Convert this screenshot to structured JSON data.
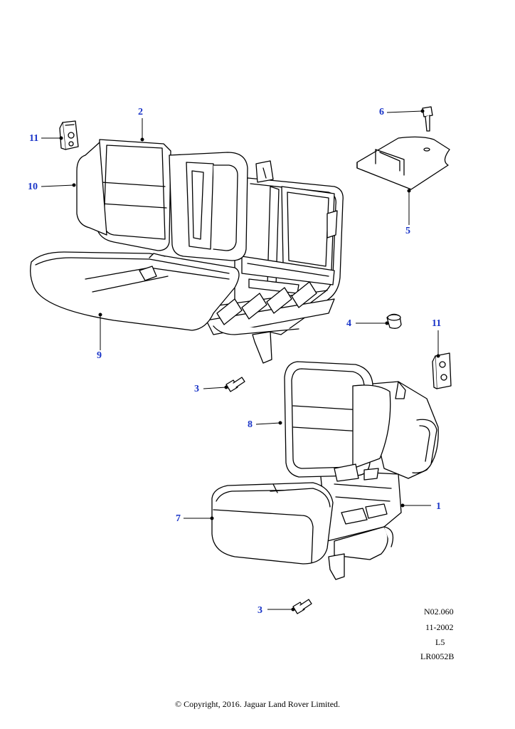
{
  "callouts": {
    "c1": "1",
    "c2": "2",
    "c3a": "3",
    "c3b": "3",
    "c4": "4",
    "c5": "5",
    "c6": "6",
    "c7": "7",
    "c8": "8",
    "c9": "9",
    "c10": "10",
    "c11a": "11",
    "c11b": "11"
  },
  "reference": {
    "code": "N02.060",
    "date": "11-2002",
    "level": "L5",
    "illustration": "LR0052B"
  },
  "copyright": "© Copyright, 2016. Jaguar Land Rover Limited.",
  "colors": {
    "callout": "#1a35c8",
    "line": "#000000"
  }
}
